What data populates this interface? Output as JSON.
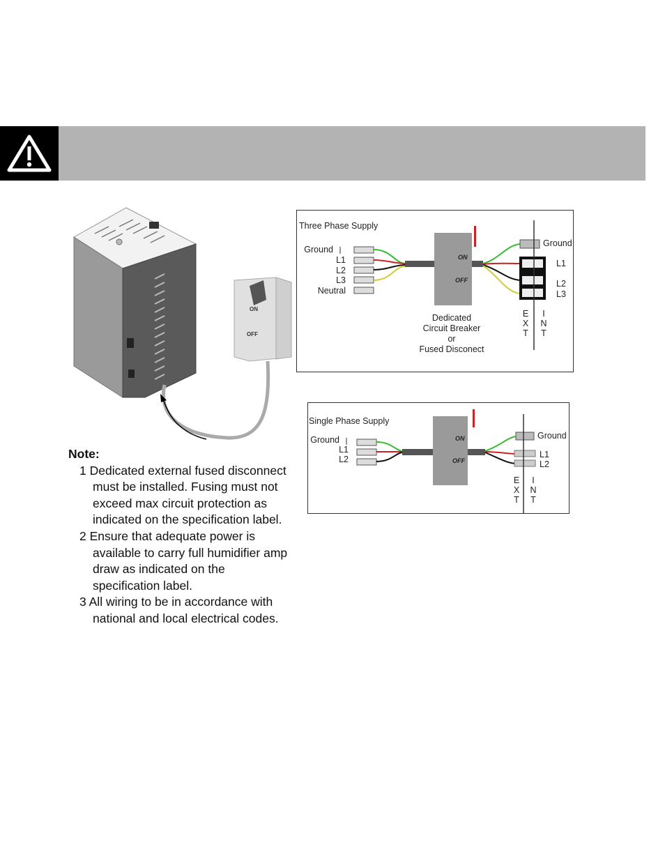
{
  "warning": {
    "icon": "warning-triangle-icon"
  },
  "three_phase": {
    "title": "Three Phase Supply",
    "left_labels": [
      "Ground",
      "L1",
      "L2",
      "L3",
      "Neutral"
    ],
    "switch_on": "ON",
    "switch_off": "OFF",
    "caption": [
      "Dedicated",
      "Circuit Breaker",
      "or",
      "Fused Disconect"
    ],
    "right_labels": [
      "Ground",
      "L1",
      "L2",
      "L3"
    ],
    "ext": [
      "E",
      "X",
      "T"
    ],
    "int": [
      "I",
      "N",
      "T"
    ]
  },
  "single_phase": {
    "title": "Single Phase Supply",
    "left_labels": [
      "Ground",
      "L1",
      "L2"
    ],
    "switch_on": "ON",
    "switch_off": "OFF",
    "right_labels": [
      "Ground",
      "L1",
      "L2"
    ],
    "ext": [
      "E",
      "X",
      "T"
    ],
    "int": [
      "I",
      "N",
      "T"
    ]
  },
  "unit_switch": {
    "on": "ON",
    "off": "OFF"
  },
  "note": {
    "title": "Note:",
    "items": [
      "1 Dedicated external fused disconnect must be installed. Fusing must not exceed max circuit protection as indicated on the specification label.",
      "2 Ensure that adequate power is available to carry full humidifier amp draw as indicated on the specification label.",
      "3 All wiring to be in accordance with national and local electrical codes."
    ]
  },
  "colors": {
    "wire_green": "#33bb33",
    "wire_red": "#cc2222",
    "wire_black": "#111111",
    "wire_yellow": "#cccc33",
    "bar_gray": "#b3b3b3"
  }
}
